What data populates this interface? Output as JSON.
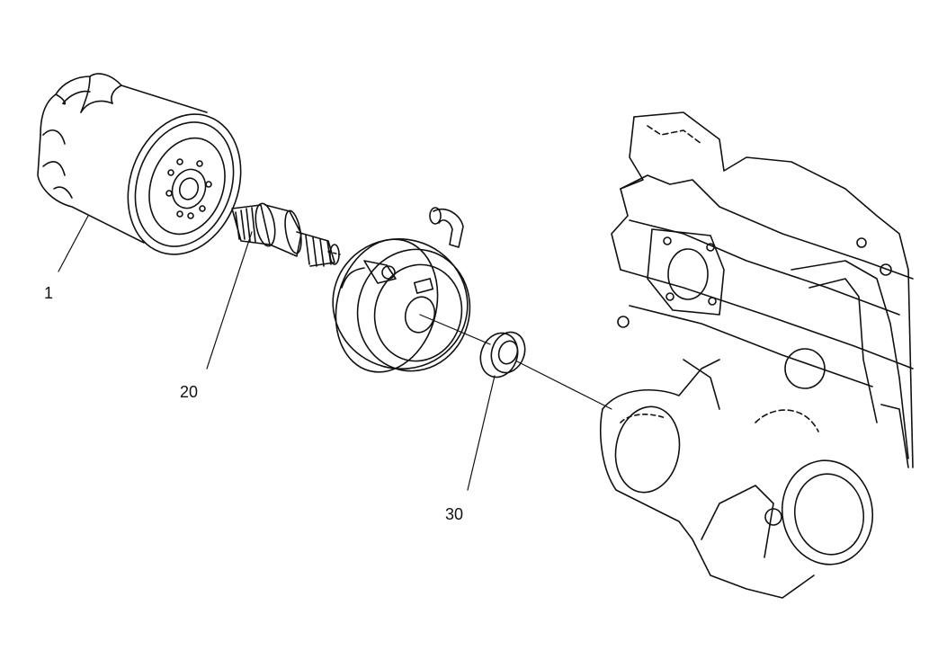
{
  "diagram": {
    "callouts": [
      {
        "id": "1",
        "label": "1",
        "part": "oil-filter"
      },
      {
        "id": "20",
        "label": "20",
        "part": "threaded-connector"
      },
      {
        "id": "30",
        "label": "30",
        "part": "seal-ring"
      }
    ],
    "colors": {
      "line": "#111111",
      "background": "#ffffff"
    }
  }
}
